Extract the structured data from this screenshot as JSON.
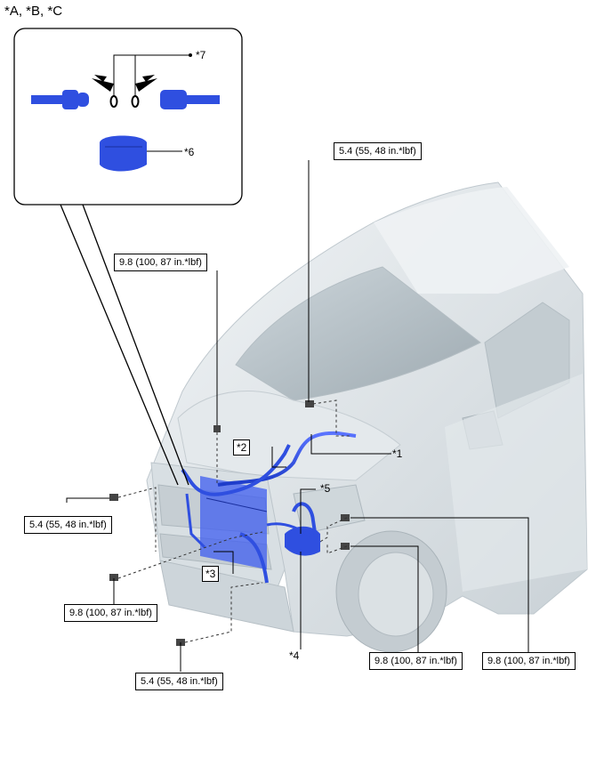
{
  "header": {
    "variants": "*A, *B, *C"
  },
  "torques": {
    "t1": "5.4 (55, 48 in.*lbf)",
    "t2": "9.8 (100, 87 in.*lbf)",
    "t3": "5.4 (55, 48 in.*lbf)",
    "t4": "9.8 (100, 87 in.*lbf)",
    "t5": "5.4 (55, 48 in.*lbf)",
    "t6": "9.8 (100, 87 in.*lbf)",
    "t7": "9.8 (100, 87 in.*lbf)"
  },
  "parts": {
    "p1": "*1",
    "p2": "*2",
    "p3": "*3",
    "p4": "*4",
    "p5": "*5",
    "p6": "*6",
    "p7": "*7"
  },
  "colors": {
    "part_blue": "#2f4fe0",
    "vehicle_gray": "#dde3e7",
    "outline": "#000000"
  }
}
